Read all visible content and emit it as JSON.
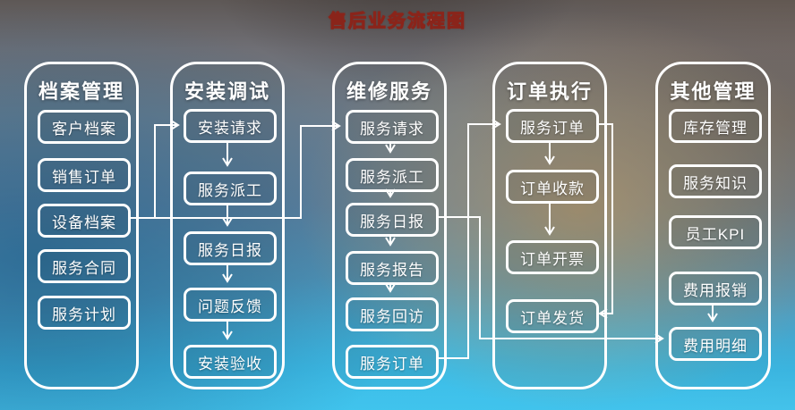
{
  "title": "售后业务流程图",
  "columns": [
    {
      "header": "档案管理",
      "items": [
        {
          "label": "客户档案"
        },
        {
          "label": "销售订单"
        },
        {
          "label": "设备档案"
        },
        {
          "label": "服务合同"
        },
        {
          "label": "服务计划"
        }
      ]
    },
    {
      "header": "安装调试",
      "items": [
        {
          "label": "安装请求"
        },
        {
          "label": "服务派工"
        },
        {
          "label": "服务日报"
        },
        {
          "label": "问题反馈"
        },
        {
          "label": "安装验收"
        }
      ]
    },
    {
      "header": "维修服务",
      "items": [
        {
          "label": "服务请求"
        },
        {
          "label": "服务派工"
        },
        {
          "label": "服务日报"
        },
        {
          "label": "服务报告"
        },
        {
          "label": "服务回访"
        },
        {
          "label": "服务订单"
        }
      ]
    },
    {
      "header": "订单执行",
      "items": [
        {
          "label": "服务订单"
        },
        {
          "label": "订单收款"
        },
        {
          "label": "订单开票"
        },
        {
          "label": "订单发货"
        }
      ]
    },
    {
      "header": "其他管理",
      "items": [
        {
          "label": "库存管理"
        },
        {
          "label": "服务知识"
        },
        {
          "label": "员工KPI"
        },
        {
          "label": "费用报销"
        },
        {
          "label": "费用明细"
        }
      ]
    }
  ],
  "edges": [
    {
      "from": "档案管理/设备档案",
      "to": "安装调试/安装请求"
    },
    {
      "from": "档案管理/设备档案",
      "to": "维修服务/服务请求"
    },
    {
      "from": "安装调试/安装请求",
      "to": "安装调试/服务派工"
    },
    {
      "from": "安装调试/服务派工",
      "to": "安装调试/服务日报"
    },
    {
      "from": "安装调试/服务日报",
      "to": "安装调试/问题反馈"
    },
    {
      "from": "安装调试/问题反馈",
      "to": "安装调试/安装验收"
    },
    {
      "from": "维修服务/服务请求",
      "to": "维修服务/服务派工"
    },
    {
      "from": "维修服务/服务派工",
      "to": "维修服务/服务日报"
    },
    {
      "from": "维修服务/服务日报",
      "to": "维修服务/服务报告"
    },
    {
      "from": "维修服务/服务报告",
      "to": "维修服务/服务回访"
    },
    {
      "from": "维修服务/服务订单",
      "to": "订单执行/服务订单"
    },
    {
      "from": "维修服务/服务日报",
      "to": "其他管理/费用明细"
    },
    {
      "from": "订单执行/服务订单",
      "to": "订单执行/订单收款"
    },
    {
      "from": "订单执行/订单收款",
      "to": "订单执行/订单开票"
    },
    {
      "from": "订单执行/服务订单",
      "to": "订单执行/订单发货"
    },
    {
      "from": "其他管理/费用报销",
      "to": "其他管理/费用明细"
    }
  ],
  "colors": {
    "line": "#ffffff",
    "node_border": "#ffffff",
    "title_fill": "#f2efec",
    "title_outline": "#8a241a",
    "bg_top": "#5e5856",
    "bg_left_blue": "#2a6a9a",
    "bg_right_tan": "#bb9863",
    "bg_bottom_cyan": "#45c2ea"
  }
}
